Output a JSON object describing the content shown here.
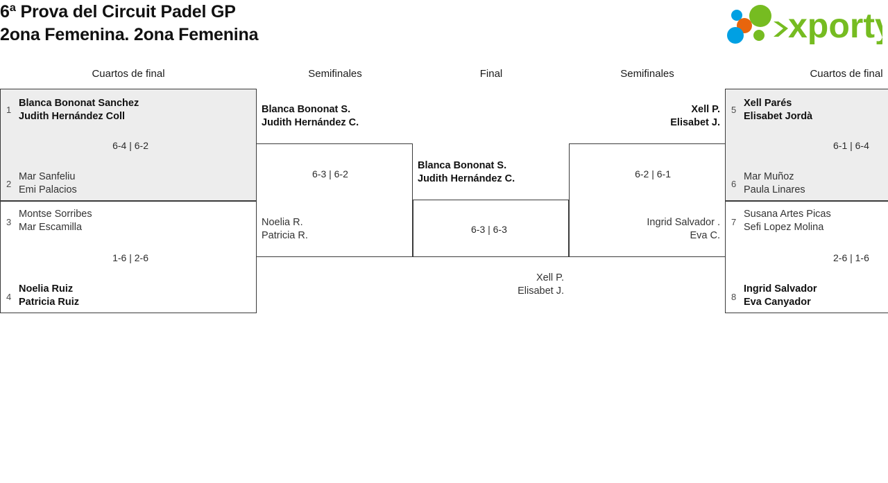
{
  "header": {
    "title": "6ª Prova del Circuit Padel GP\n2ona Femenina. 2ona Femenina",
    "logo_text": "xporty",
    "logo_colors": {
      "green": "#76bc21",
      "blue": "#00a0e3",
      "orange": "#e8650d"
    }
  },
  "rounds": [
    {
      "label": "Cuartos de final"
    },
    {
      "label": "Semifinales"
    },
    {
      "label": "Final"
    },
    {
      "label": "Semifinales"
    },
    {
      "label": "Cuartos de final"
    }
  ],
  "bracket": {
    "left_quarterfinals": [
      {
        "score": "6-4 | 6-2",
        "top": {
          "seed": "1",
          "player1": "Blanca Bononat Sanchez",
          "player2": "Judith Hernández Coll",
          "winner": true
        },
        "bottom": {
          "seed": "2",
          "player1": "Mar Sanfeliu",
          "player2": "Emi Palacios",
          "winner": false
        }
      },
      {
        "score": "1-6 | 2-6",
        "top": {
          "seed": "3",
          "player1": "Montse Sorribes",
          "player2": "Mar Escamilla",
          "winner": false
        },
        "bottom": {
          "seed": "4",
          "player1": "Noelia Ruiz",
          "player2": "Patricia Ruiz",
          "winner": true
        }
      }
    ],
    "left_semifinal": {
      "score": "6-3 | 6-2",
      "top": {
        "player1": "Blanca Bononat S.",
        "player2": "Judith Hernández C.",
        "winner": true
      },
      "bottom": {
        "player1": "Noelia R.",
        "player2": "Patricia R.",
        "winner": false
      }
    },
    "final": {
      "score": "6-3 | 6-3",
      "top": {
        "player1": "Blanca Bononat S.",
        "player2": "Judith Hernández C.",
        "winner": true
      },
      "bottom": {
        "player1": "Xell P.",
        "player2": "Elisabet J.",
        "winner": false
      }
    },
    "right_semifinal": {
      "score": "6-2 | 6-1",
      "top": {
        "player1": "Xell P.",
        "player2": "Elisabet J.",
        "winner": true
      },
      "bottom": {
        "player1": "Ingrid Salvador .",
        "player2": "Eva C.",
        "winner": false
      }
    },
    "right_quarterfinals": [
      {
        "score": "6-1 | 6-4",
        "top": {
          "seed": "5",
          "player1": "Xell Parés",
          "player2": "Elisabet Jordà",
          "winner": true
        },
        "bottom": {
          "seed": "6",
          "player1": "Mar Muñoz",
          "player2": "Paula Linares",
          "winner": false
        }
      },
      {
        "score": "2-6 | 1-6",
        "top": {
          "seed": "7",
          "player1": "Susana Artes Picas",
          "player2": "Sefi Lopez Molina",
          "winner": false
        },
        "bottom": {
          "seed": "8",
          "player1": "Ingrid Salvador",
          "player2": "Eva Canyador",
          "winner": true
        }
      }
    ]
  }
}
